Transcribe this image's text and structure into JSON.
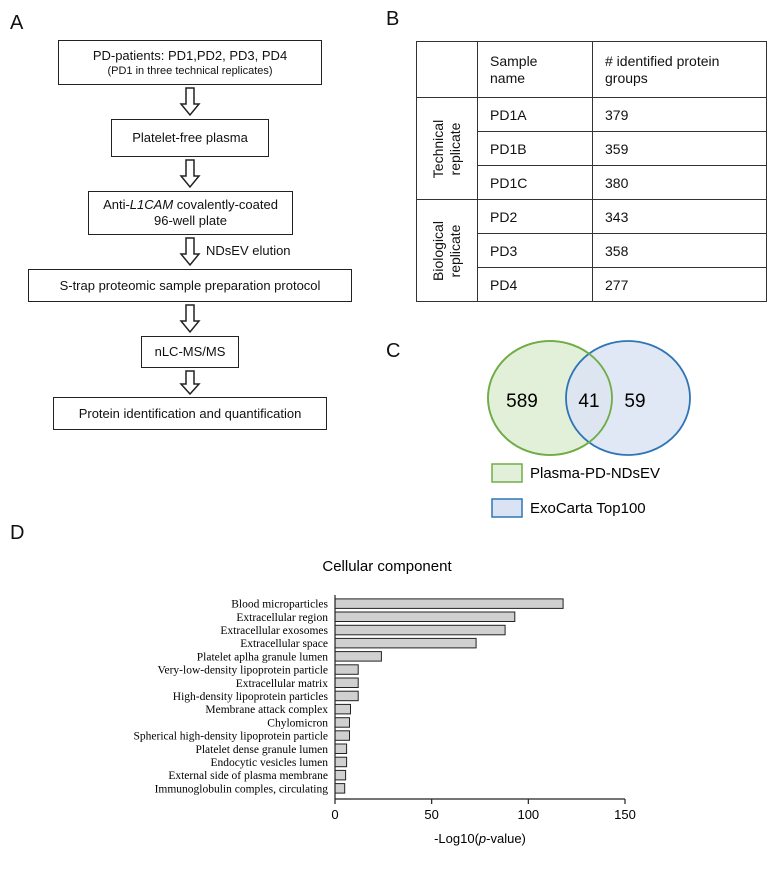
{
  "panels": {
    "a": "A",
    "b": "B",
    "c": "C",
    "d": "D"
  },
  "flow": {
    "step1_main": "PD-patients: PD1,PD2, PD3, PD4",
    "step1_sub": "(PD1 in three technical replicates)",
    "step2": "Platelet-free plasma",
    "step3_pre": "Anti-",
    "step3_gene": "L1CAM",
    "step3_post": " covalently-coated",
    "step3_line2": "96-well plate",
    "elution": "NDsEV elution",
    "step4": "S-trap proteomic sample preparation protocol",
    "step5": "nLC-MS/MS",
    "step6": "Protein identification and quantification"
  },
  "table": {
    "headers": [
      "Sample name",
      "# identified protein groups"
    ],
    "groups": [
      {
        "label_line1": "Technical",
        "label_line2": "replicate",
        "rows": [
          {
            "sample": "PD1A",
            "count": "379"
          },
          {
            "sample": "PD1B",
            "count": "359"
          },
          {
            "sample": "PD1C",
            "count": "380"
          }
        ]
      },
      {
        "label_line1": "Biological",
        "label_line2": "replicate",
        "rows": [
          {
            "sample": "PD2",
            "count": "343"
          },
          {
            "sample": "PD3",
            "count": "358"
          },
          {
            "sample": "PD4",
            "count": "277"
          }
        ]
      }
    ]
  },
  "venn": {
    "left_only": "589",
    "overlap": "41",
    "right_only": "59",
    "legend_left": "Plasma-PD-NDsEV",
    "legend_right": "ExoCarta Top100",
    "color_left_fill": "#e2f0d9",
    "color_left_stroke": "#70ad47",
    "color_right_fill": "#dae3f3",
    "color_right_stroke": "#2e75b6"
  },
  "chart_data": {
    "type": "bar",
    "orientation": "horizontal",
    "title": "Cellular component",
    "xlabel_prefix": "-Log10(",
    "xlabel_italic": "p",
    "xlabel_suffix": "-value)",
    "xlim": [
      0,
      150
    ],
    "xticks": [
      0,
      50,
      100,
      150
    ],
    "bar_color": "#d0d0d0",
    "categories": [
      "Blood microparticles",
      "Extracellular region",
      "Extracellular exosomes",
      "Extracellular space",
      "Platelet aplha granule lumen",
      "Very-low-density lipoprotein particle",
      "Extracellular matrix",
      "High-density lipoprotein particles",
      "Membrane attack complex",
      "Chylomicron",
      "Spherical high-density lipoprotein particle",
      "Platelet dense granule lumen",
      "Endocytic vesicles lumen",
      "External side of plasma membrane",
      "Immunoglobulin comples, circulating"
    ],
    "values": [
      118,
      93,
      88,
      73,
      24,
      12,
      12,
      12,
      8,
      7.5,
      7.5,
      6,
      6,
      5.5,
      5
    ]
  }
}
